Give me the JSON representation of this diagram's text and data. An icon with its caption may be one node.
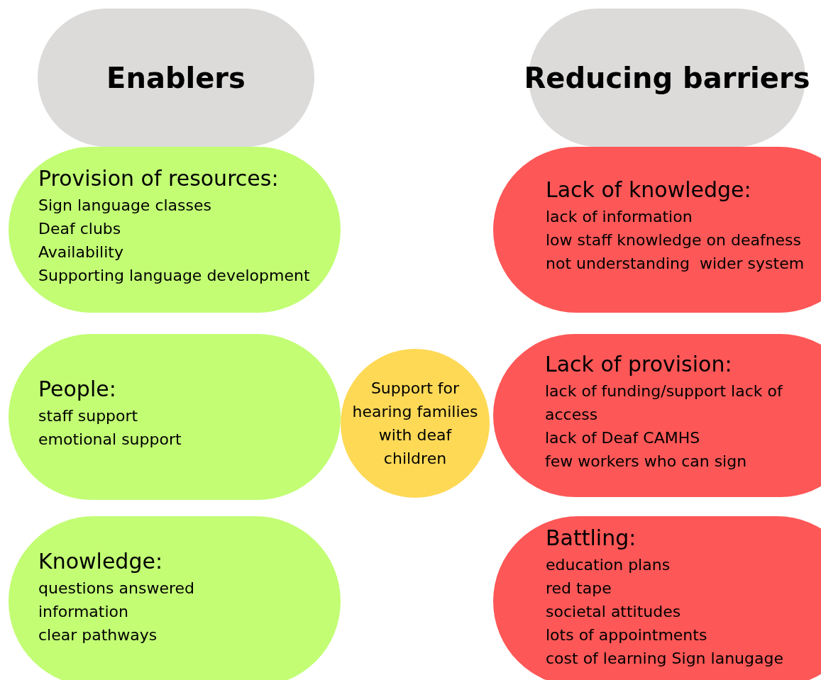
{
  "diagram": {
    "nodes": [
      {
        "text": [
          "Enablers"
        ]
      },
      {
        "text": [
          "Reducing barriers"
        ]
      },
      {
        "text": [
          "Provision of resources:",
          "Sign language classes",
          "Deaf clubs",
          "Availability",
          "Supporting language development"
        ]
      },
      {
        "text": [
          "Lack of knowledge:",
          "lack of information",
          "low staff knowledge on deafness",
          "not understanding  wider system"
        ]
      },
      {
        "text": [
          "People:",
          "staff support",
          "emotional support"
        ]
      },
      {
        "text": [
          "Support for hearing families with deaf children"
        ]
      },
      {
        "text": [
          "Lack of provision:",
          "lack of funding/support lack of access",
          "lack of Deaf CAMHS",
          "few workers who can sign"
        ]
      },
      {
        "text": [
          "Knowledge:",
          "questions answered",
          "information",
          "clear pathways"
        ]
      },
      {
        "text": [
          "Battling:",
          "education plans",
          "red tape",
          "societal attitudes",
          "lots of appointments",
          "cost of learning Sign lanugage"
        ]
      }
    ],
    "edges": []
  }
}
